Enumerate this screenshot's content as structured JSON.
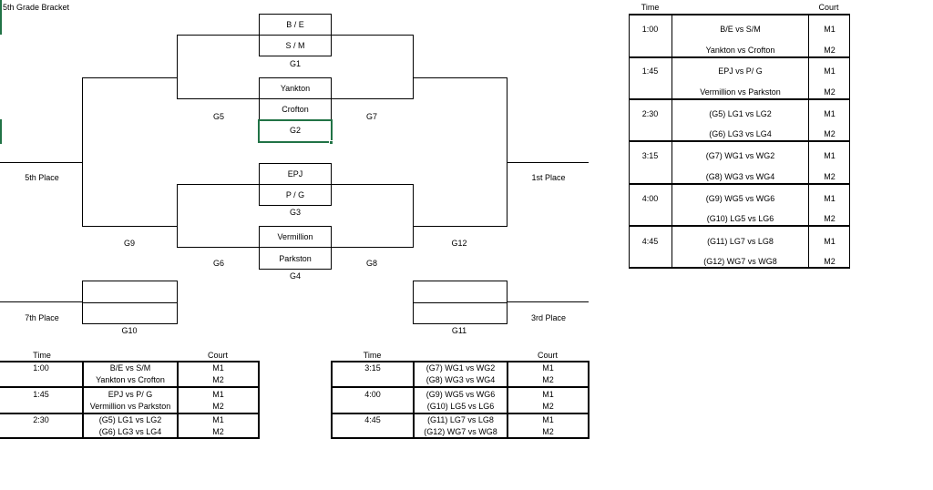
{
  "sheet_title": "5th Grade Bracket",
  "bracket": {
    "g1_top": "B / E",
    "g1_bottom": "S / M",
    "g1_label": "G1",
    "g2_top": "Yankton",
    "g2_bottom": "Crofton",
    "g2_label": "G2",
    "g3_top": "EPJ",
    "g3_bottom": "P / G",
    "g3_label": "G3",
    "g4_top": "Vermillion",
    "g4_bottom": "Parkston",
    "g4_label": "G4",
    "g5": "G5",
    "g6": "G6",
    "g7": "G7",
    "g8": "G8",
    "g9": "G9",
    "g10": "G10",
    "g11": "G11",
    "g12": "G12",
    "fifth_place": "5th Place",
    "first_place": "1st Place",
    "seventh_place": "7th Place",
    "third_place": "3rd Place"
  },
  "schedule_headers": {
    "time": "Time",
    "court": "Court"
  },
  "schedule_right": [
    {
      "time": "1:00",
      "games": [
        "B/E vs S/M",
        "Yankton vs Crofton"
      ],
      "courts": [
        "M1",
        "M2"
      ]
    },
    {
      "time": "1:45",
      "games": [
        "EPJ vs P/ G",
        "Vermillion vs Parkston"
      ],
      "courts": [
        "M1",
        "M2"
      ]
    },
    {
      "time": "2:30",
      "games": [
        "(G5) LG1 vs LG2",
        "(G6) LG3 vs LG4"
      ],
      "courts": [
        "M1",
        "M2"
      ]
    },
    {
      "time": "3:15",
      "games": [
        "(G7) WG1 vs WG2",
        "(G8) WG3 vs WG4"
      ],
      "courts": [
        "M1",
        "M2"
      ]
    },
    {
      "time": "4:00",
      "games": [
        "(G9) WG5 vs WG6",
        "(G10) LG5 vs LG6"
      ],
      "courts": [
        "M1",
        "M2"
      ]
    },
    {
      "time": "4:45",
      "games": [
        "(G11) LG7 vs LG8",
        "(G12) WG7 vs WG8"
      ],
      "courts": [
        "M1",
        "M2"
      ]
    }
  ],
  "schedule_bottom_left": [
    {
      "time": "1:00",
      "games": [
        "B/E vs S/M",
        "Yankton vs Crofton"
      ],
      "courts": [
        "M1",
        "M2"
      ]
    },
    {
      "time": "1:45",
      "games": [
        "EPJ vs P/ G",
        "Vermillion vs Parkston"
      ],
      "courts": [
        "M1",
        "M2"
      ]
    },
    {
      "time": "2:30",
      "games": [
        "(G5) LG1 vs LG2",
        "(G6) LG3 vs LG4"
      ],
      "courts": [
        "M1",
        "M2"
      ]
    }
  ],
  "schedule_bottom_right": [
    {
      "time": "3:15",
      "games": [
        "(G7) WG1 vs WG2",
        "(G8) WG3 vs WG4"
      ],
      "courts": [
        "M1",
        "M2"
      ]
    },
    {
      "time": "4:00",
      "games": [
        "(G9) WG5 vs WG6",
        "(G10) LG5 vs LG6"
      ],
      "courts": [
        "M1",
        "M2"
      ]
    },
    {
      "time": "4:45",
      "games": [
        "(G11) LG7 vs LG8",
        "(G12) WG7 vs WG8"
      ],
      "courts": [
        "M1",
        "M2"
      ]
    }
  ],
  "colors": {
    "selection": "#217346"
  }
}
